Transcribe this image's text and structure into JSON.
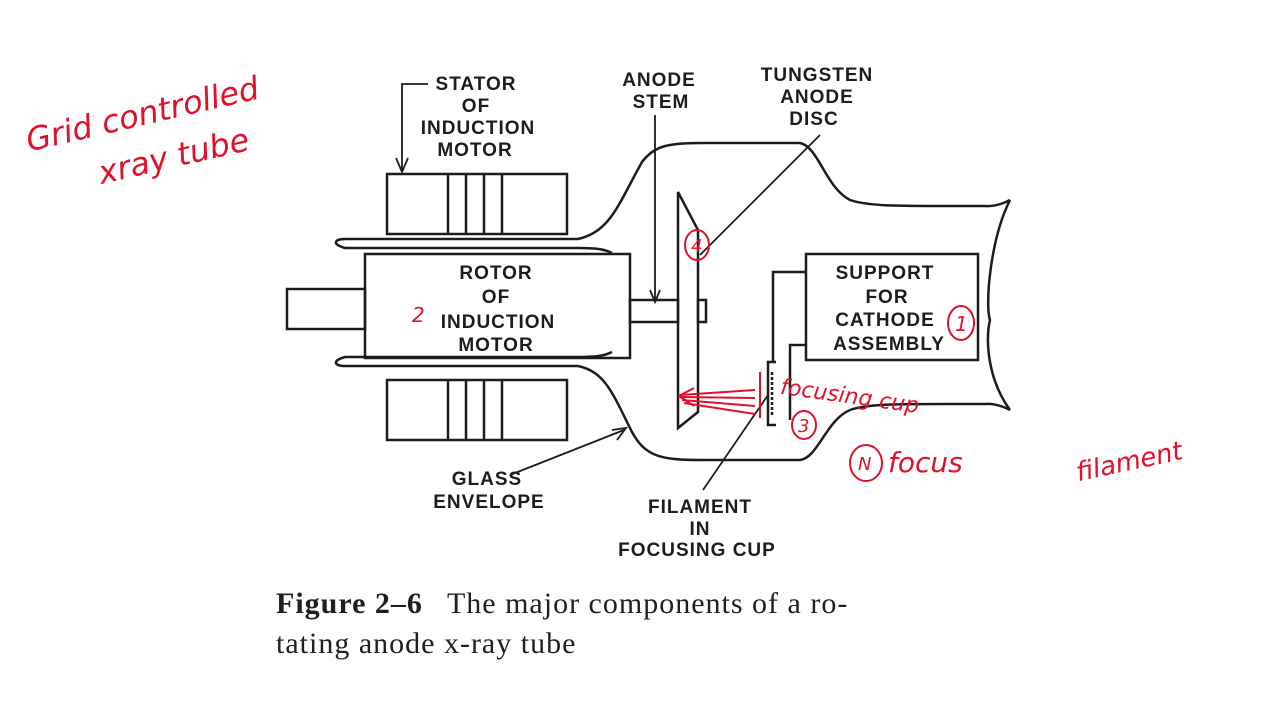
{
  "diagram": {
    "labels": {
      "stator": [
        "STATOR",
        "OF",
        "INDUCTION",
        "MOTOR"
      ],
      "anode_stem": [
        "ANODE",
        "STEM"
      ],
      "tungsten_disc": [
        "TUNGSTEN",
        "ANODE",
        "DISC"
      ],
      "rotor": [
        "ROTOR",
        "OF",
        "INDUCTION",
        "MOTOR"
      ],
      "support": [
        "SUPPORT",
        "FOR",
        "CATHODE",
        "ASSEMBLY"
      ],
      "glass_envelope": [
        "GLASS",
        "ENVELOPE"
      ],
      "filament": [
        "FILAMENT",
        "IN",
        "FOCUSING CUP"
      ]
    },
    "caption": {
      "figure_number": "Figure 2–6",
      "text_line1": "The major components of a ro-",
      "text_line2": "tating anode x-ray tube"
    }
  },
  "annotations": {
    "title": [
      "Grid controlled",
      "xray tube"
    ],
    "marker_1": "1",
    "marker_2": "2",
    "marker_3": "3",
    "marker_4": "4",
    "marker_n": "N",
    "focusing_cup": "focusing cup",
    "focus": "focus",
    "filament": "filament"
  },
  "colors": {
    "ink": "#1c1c1c",
    "annotation": "#e0112b",
    "background": "#ffffff"
  }
}
